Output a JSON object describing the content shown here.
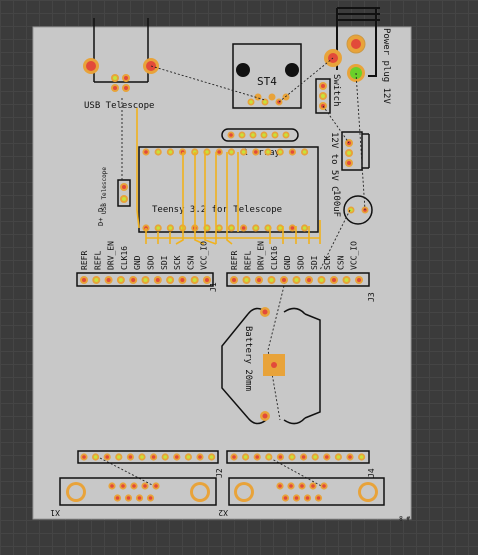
{
  "board": {
    "usb_label": "USB Telescope",
    "st4_label": "ST4",
    "switch_label": "Switch",
    "power_label": "Power plug 12V",
    "converter_label": "12V to 5V C",
    "cap_label": "100uF",
    "rarray_label": "R array",
    "teensy_label": "Teensy 3.2 for Telescope",
    "usb_small_label": "USB Telescope",
    "dplus_label": "D+",
    "dminus_label": "D-",
    "battery_label": "Battery 20mm",
    "j1_label": "J1",
    "j2_label": "J2",
    "j3_label": "J3",
    "j4_label": "J4",
    "x1_label": "X1",
    "x2_label": "X2",
    "corner_label": "# 8",
    "left_pins": [
      "REFR",
      "REFL",
      "DRV_EN",
      "CLK16",
      "GND",
      "SDO",
      "SDI",
      "SCK",
      "CSN",
      "VCC_IO"
    ],
    "right_pins": [
      "REFR",
      "REFL",
      "DRV_EN",
      "CLK16",
      "GND",
      "SDO",
      "SDI",
      "SCK",
      "CSN",
      "VCC_IO"
    ],
    "colors": {
      "pcb": "#c8c8c8",
      "pad": "#e8a33a",
      "pad_hole": "#e24a3a",
      "via": "#c6e23a",
      "trace": "#f0b21e",
      "outline": "#111111"
    }
  }
}
